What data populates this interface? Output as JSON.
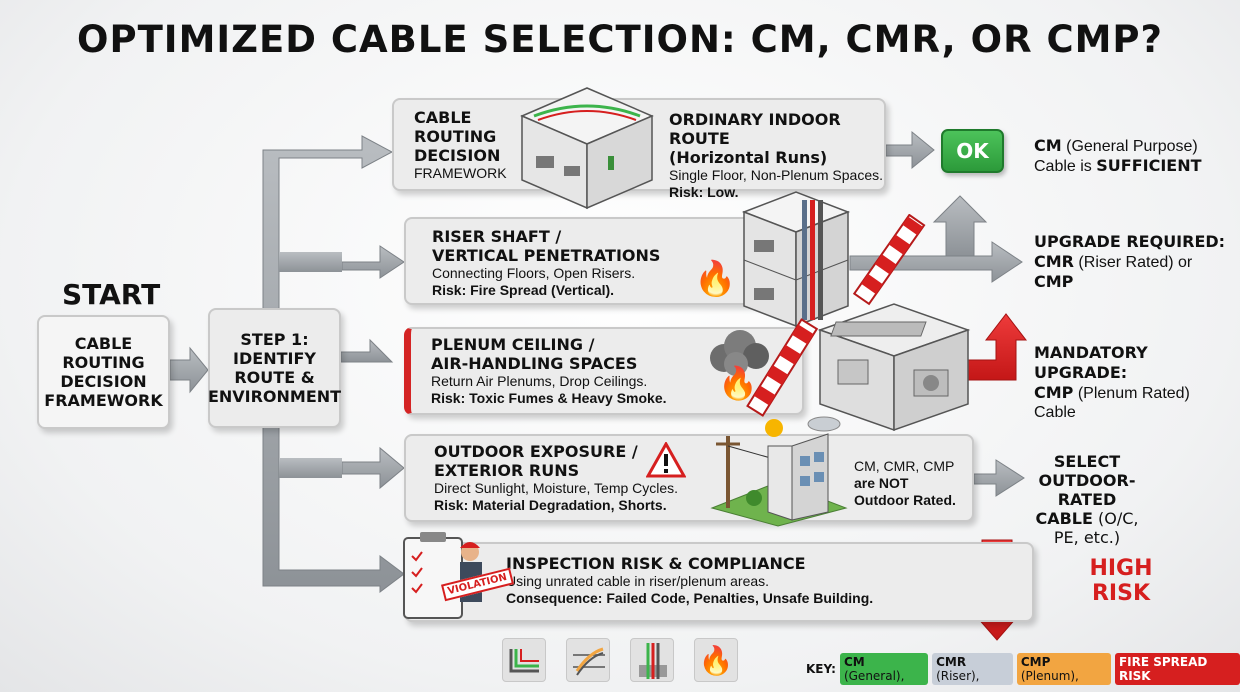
{
  "title": "OPTIMIZED CABLE SELECTION: CM, CMR, OR CMP?",
  "start": {
    "label": "START",
    "box": [
      "CABLE",
      "ROUTING",
      "DECISION",
      "FRAMEWORK"
    ]
  },
  "step1": [
    "STEP 1:",
    "IDENTIFY",
    "ROUTE &",
    "ENVIRONMENT"
  ],
  "framework_card": [
    "CABLE",
    "ROUTING",
    "DECISION"
  ],
  "framework_card_sub": "FRAMEWORK",
  "rows": {
    "ordinary": {
      "title1": "ORDINARY INDOOR ROUTE",
      "title2": "(Horizontal Runs)",
      "desc": "Single Floor, Non-Plenum Spaces.",
      "risk": "Risk: Low."
    },
    "riser": {
      "title1": "RISER SHAFT /",
      "title2": "VERTICAL PENETRATIONS",
      "desc": "Connecting Floors, Open Risers.",
      "risk": "Risk: Fire Spread (Vertical)."
    },
    "plenum": {
      "title1": "PLENUM CEILING /",
      "title2": "AIR-HANDLING SPACES",
      "desc": "Return Air Plenums, Drop Ceilings.",
      "risk": "Risk: Toxic Fumes & Heavy Smoke."
    },
    "outdoor": {
      "title1": "OUTDOOR EXPOSURE /",
      "title2": "EXTERIOR RUNS",
      "desc": "Direct Sunlight, Moisture, Temp Cycles.",
      "risk": "Risk: Material Degradation, Shorts.",
      "note1": "CM, CMR, CMP",
      "note2": "are NOT",
      "note3": "Outdoor Rated."
    },
    "inspection": {
      "title": "INSPECTION RISK & COMPLIANCE",
      "desc": "Using unrated cable in riser/plenum areas.",
      "risk": "Consequence: Failed Code, Penalties, Unsafe Building.",
      "badge": "VIOLATION"
    }
  },
  "ok_label": "OK",
  "results": {
    "ordinary": {
      "strong1": "CM",
      "text1": " (General Purpose)",
      "text2": "Cable is ",
      "strong2": "SUFFICIENT"
    },
    "riser": {
      "line1": "UPGRADE REQUIRED:",
      "strong1": "CMR",
      "text1": " (Riser Rated) or",
      "strong2": "CMP"
    },
    "plenum": {
      "line1": "MANDATORY UPGRADE:",
      "strong1": "CMP",
      "text1": " (Plenum Rated)",
      "line3": "Cable"
    },
    "outdoor": {
      "line1": "SELECT",
      "line2": "OUTDOOR-RATED",
      "strong1": "CABLE",
      "text1": " (O/C, PE, etc.)"
    }
  },
  "high_risk": [
    "HIGH",
    "RISK"
  ],
  "key": {
    "label": "KEY:",
    "cm": "CM",
    "cm_t": " (General),",
    "cmr": "CMR",
    "cmr_t": " (Riser),",
    "cmp": "CMP",
    "cmp_t": " (Plenum),",
    "fire": "FIRE SPREAD RISK"
  },
  "colors": {
    "cm": "#3cb44b",
    "cmr": "#5a6f8a",
    "cmp": "#f2a541",
    "fire": "#d61f1f",
    "arrow": "#9ea3a8"
  }
}
